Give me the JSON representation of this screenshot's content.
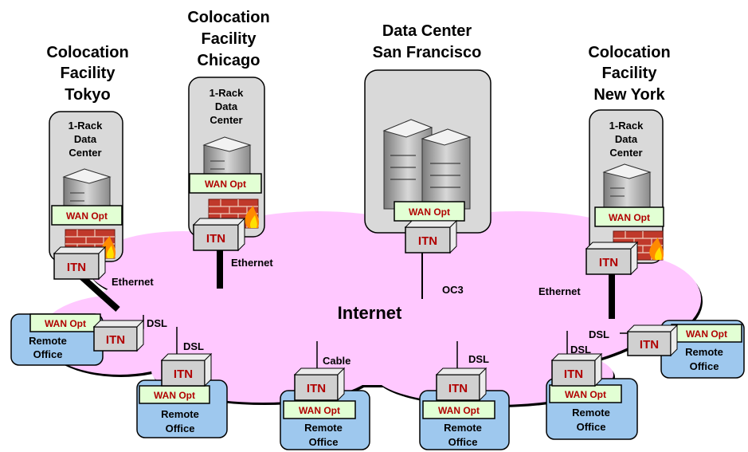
{
  "sites": {
    "tokyo": {
      "line1": "Colocation",
      "line2": "Facility",
      "line3": "Tokyo"
    },
    "chicago": {
      "line1": "Colocation",
      "line2": "Facility",
      "line3": "Chicago"
    },
    "sf": {
      "line1": "Data Center",
      "line2": "San Francisco"
    },
    "newyork": {
      "line1": "Colocation",
      "line2": "Facility",
      "line3": "New York"
    }
  },
  "rack": {
    "line1": "1-Rack",
    "line2": "Data",
    "line3": "Center"
  },
  "cloud_label": "Internet",
  "itn_label": "ITN",
  "wan_label": "WAN Opt",
  "remote": {
    "line1": "Remote",
    "line2": "Office"
  },
  "links": {
    "ethernet": "Ethernet",
    "dsl": "DSL",
    "cable": "Cable",
    "oc3": "OC3"
  }
}
